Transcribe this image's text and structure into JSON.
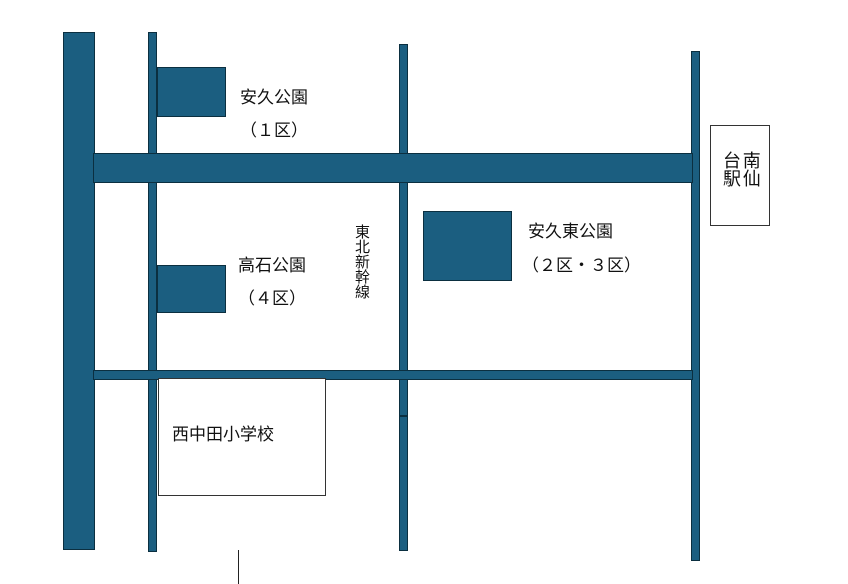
{
  "parks": {
    "yasuhisa": {
      "name": "安久公園",
      "district": "（１区）"
    },
    "takaishi": {
      "name": "高石公園",
      "district": "（４区）"
    },
    "yasuhisa_east": {
      "name": "安久東公園",
      "district": "（２区・３区）"
    }
  },
  "railway": {
    "name": "東北新幹線"
  },
  "station": {
    "name": "南仙台駅"
  },
  "school": {
    "name": "西中田小学校"
  },
  "colors": {
    "road": "#1b5e80",
    "road_border": "#0b2f40",
    "background": "#ffffff"
  }
}
